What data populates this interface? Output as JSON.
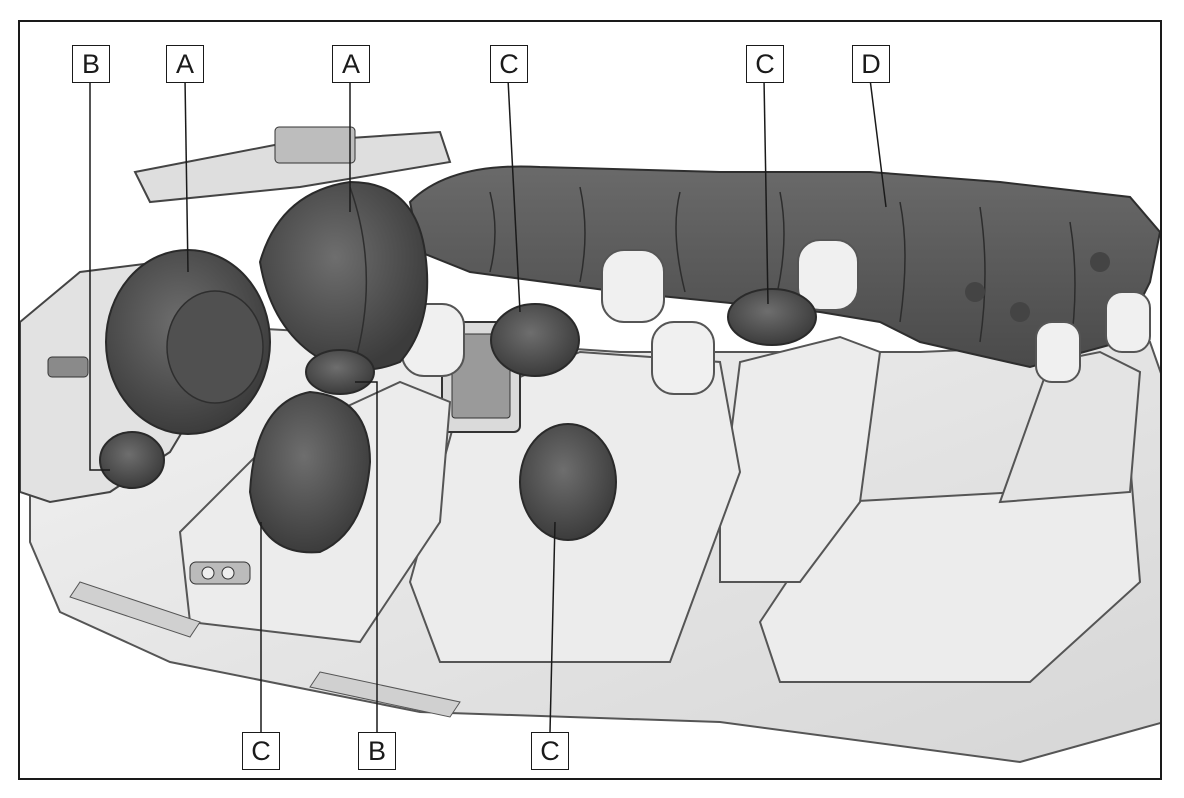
{
  "figure": {
    "callouts": [
      {
        "id": "b-top",
        "letter": "B"
      },
      {
        "id": "a-left",
        "letter": "A"
      },
      {
        "id": "a-right",
        "letter": "A"
      },
      {
        "id": "c-top-left",
        "letter": "C"
      },
      {
        "id": "c-top-right",
        "letter": "C"
      },
      {
        "id": "d-top",
        "letter": "D"
      },
      {
        "id": "c-bottom-left",
        "letter": "C"
      },
      {
        "id": "b-bottom",
        "letter": "B"
      },
      {
        "id": "c-bottom-right",
        "letter": "C"
      }
    ]
  },
  "colors": {
    "airbag": "#5a5a5a",
    "airbag_dark": "#3e3e3e",
    "interior": "#e9e9e9",
    "interior_shade": "#cfcfcf",
    "outline": "#333333"
  }
}
